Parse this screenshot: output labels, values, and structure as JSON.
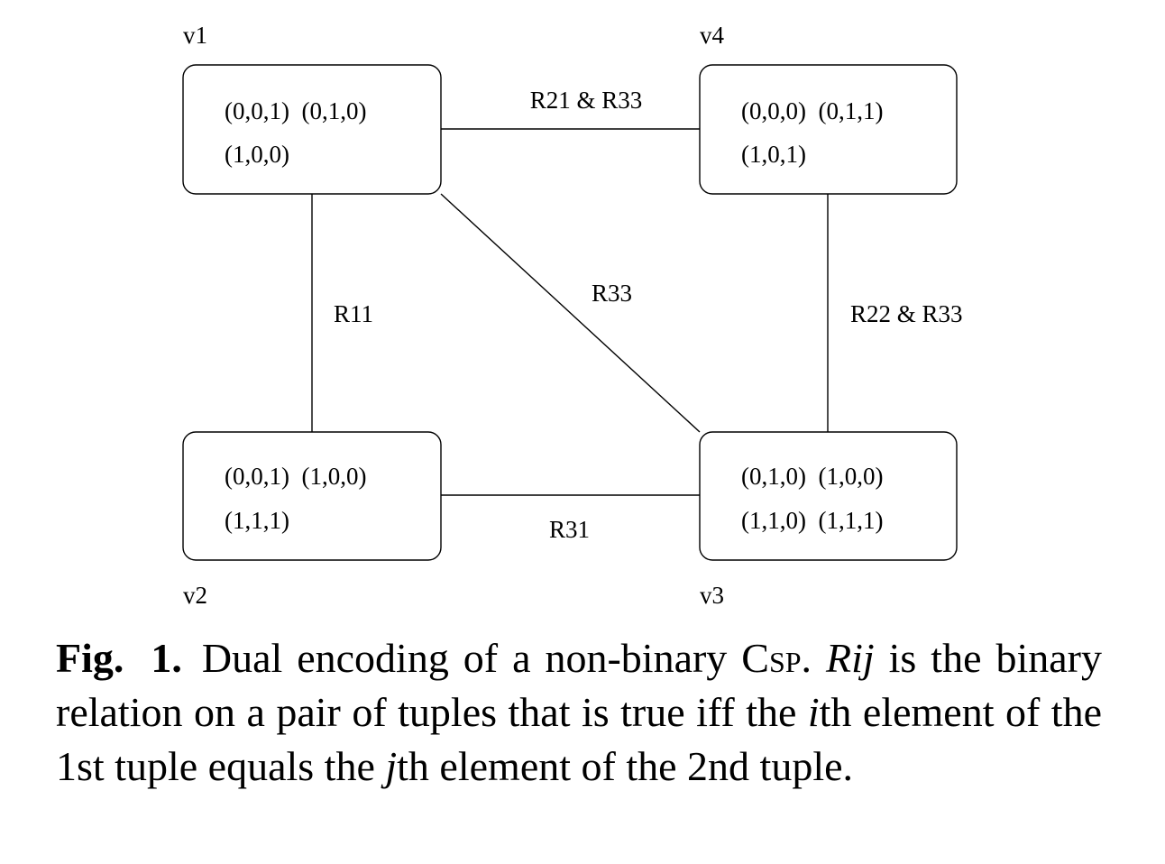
{
  "nodes": [
    {
      "id": "v1",
      "label": "v1",
      "tuples_line1": "(0,0,1)  (0,1,0)",
      "tuples_line2": "(1,0,0)"
    },
    {
      "id": "v4",
      "label": "v4",
      "tuples_line1": "(0,0,0)  (0,1,1)",
      "tuples_line2": "(1,0,1)"
    },
    {
      "id": "v2",
      "label": "v2",
      "tuples_line1": "(0,0,1)  (1,0,0)",
      "tuples_line2": "(1,1,1)"
    },
    {
      "id": "v3",
      "label": "v3",
      "tuples_line1": "(0,1,0)  (1,0,0)",
      "tuples_line2": "(1,1,0)  (1,1,1)"
    }
  ],
  "edges": [
    {
      "from": "v1",
      "to": "v4",
      "label": "R21 & R33"
    },
    {
      "from": "v1",
      "to": "v2",
      "label": "R11"
    },
    {
      "from": "v1",
      "to": "v3",
      "label": "R33"
    },
    {
      "from": "v4",
      "to": "v3",
      "label": "R22 & R33"
    },
    {
      "from": "v2",
      "to": "v3",
      "label": "R31"
    }
  ],
  "caption": {
    "label": "Fig. 1.",
    "text_1": "Dual encoding of a non-binary ",
    "csp": "Csp",
    "text_2": ". ",
    "rij": "Rij",
    "text_3": " is the binary relation on a pair of tuples that is true iff the ",
    "i": "i",
    "text_4": "th element of the 1st tuple equals the ",
    "j": "j",
    "text_5": "th element of the 2nd tuple."
  }
}
